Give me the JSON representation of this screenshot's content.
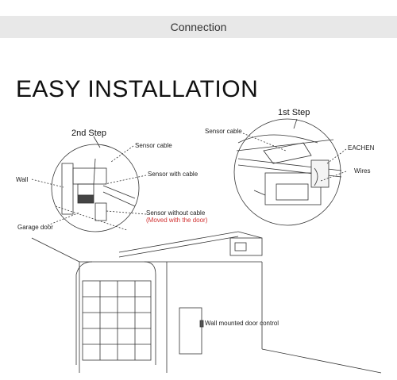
{
  "header": {
    "title": "Connection"
  },
  "main": {
    "title": "EASY INSTALLATION"
  },
  "step2": {
    "title": "2nd Step",
    "sensor_cable": "Sensor cable",
    "wall": "Wall",
    "sensor_with_cable": "Sensor with cable",
    "sensor_without_cable": "Sensor without cable",
    "moved_note": "(Moved with the door)",
    "garage_door": "Garage door"
  },
  "step1": {
    "title": "1st Step",
    "sensor_cable": "Sensor cable",
    "eachen": "EACHEN",
    "wires": "Wires"
  },
  "wall_control": "Wall mounted door control",
  "colors": {
    "header_bg": "#e8e8e8",
    "note_red": "#d03030",
    "line": "#333333"
  }
}
